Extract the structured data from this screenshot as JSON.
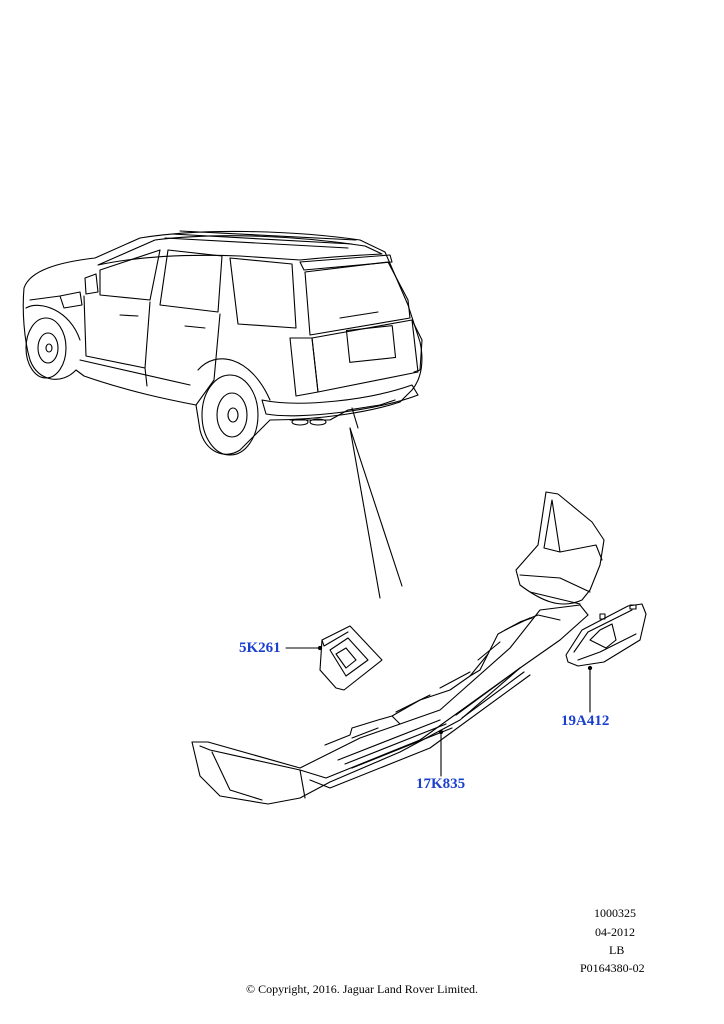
{
  "callouts": {
    "bracket": "5K261",
    "bumper_cover": "17K835",
    "end_cap": "19A412"
  },
  "illustration_info": {
    "line1": "1000325",
    "line2": "04-2012",
    "line3": "LB",
    "line4": "P0164380-02"
  },
  "copyright": "© Copyright, 2016. Jaguar Land Rover Limited.",
  "colors": {
    "callout": "#1a3fd0",
    "line": "#000000"
  }
}
